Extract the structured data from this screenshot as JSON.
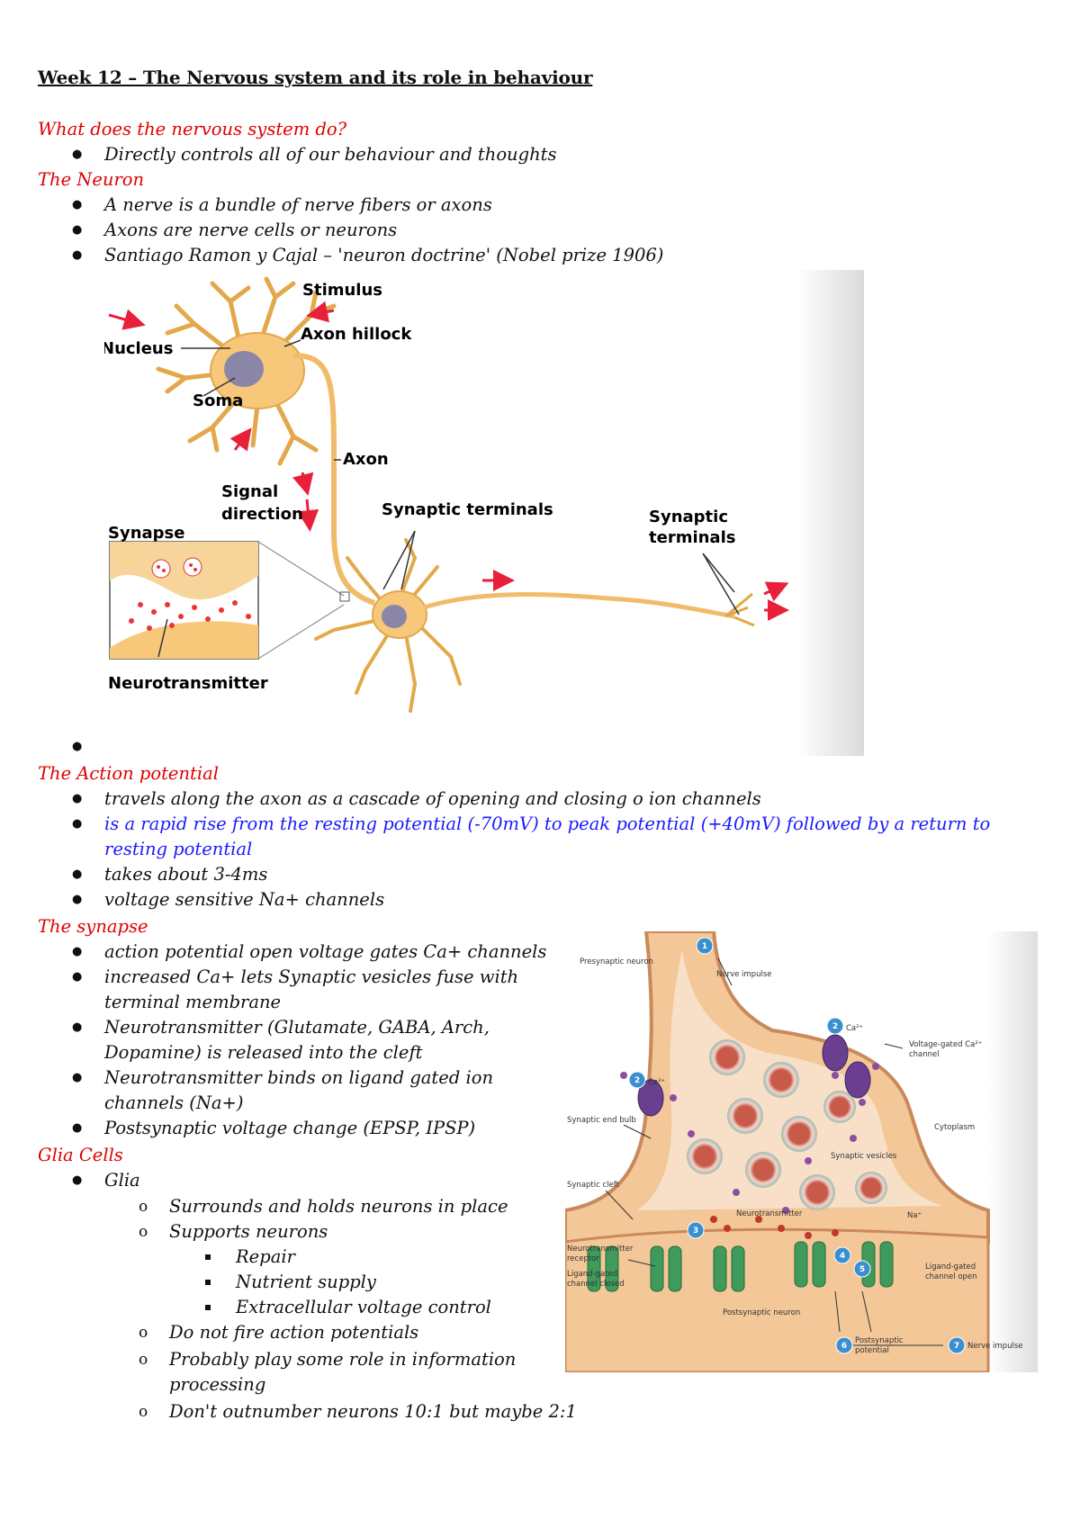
{
  "title": "Week 12 – The Nervous system and its role in behaviour",
  "sections": {
    "nervous_system": {
      "heading": "What does the nervous system do?",
      "items": [
        "Directly controls all of our behaviour and thoughts"
      ]
    },
    "neuron": {
      "heading": "The Neuron",
      "items": [
        "A nerve is a bundle of nerve fibers or axons",
        "Axons are nerve cells or neurons",
        "Santiago Ramon y Cajal – 'neuron doctrine' (Nobel prize 1906)"
      ]
    },
    "action_potential": {
      "heading": "The Action potential",
      "items": [
        "travels along the axon as a cascade of opening and closing o ion channels",
        "is a rapid rise from the resting potential (-70mV) to peak potential (+40mV) followed by a return to",
        "resting potential",
        "takes about 3-4ms",
        "voltage sensitive Na+ channels"
      ]
    },
    "synapse": {
      "heading": "The synapse",
      "items": [
        "action potential open voltage gates Ca+ channels",
        "increased Ca+ lets Synaptic vesicles fuse with",
        "terminal membrane",
        "Neurotransmitter (Glutamate, GABA, Arch,",
        "Dopamine) is released into the cleft",
        "Neurotransmitter binds on ligand gated ion",
        "channels (Na+)",
        "Postsynaptic voltage change (EPSP, IPSP)"
      ]
    },
    "glia": {
      "heading": "Glia Cells",
      "item": "Glia",
      "sub": [
        "Surrounds and holds neurons in place",
        "Supports neurons"
      ],
      "subsub": [
        "Repair",
        "Nutrient supply",
        "Extracellular voltage control"
      ],
      "sub2": [
        "Do not fire action potentials",
        "Probably play some role in information",
        "processing",
        "Don't outnumber neurons 10:1 but maybe 2:1"
      ]
    }
  },
  "neuron_figure": {
    "labels": {
      "stimulus": "Stimulus",
      "axon_hillock": "Axon hillock",
      "nucleus": "Nucleus",
      "soma": "Soma",
      "axon": "Axon",
      "signal1": "Signal",
      "signal2": "direction",
      "synaptic_terminals": "Synaptic terminals",
      "synaptic_terminals2a": "Synaptic",
      "synaptic_terminals2b": "terminals",
      "synapse": "Synapse",
      "neurotransmitter": "Neurotransmitter"
    }
  },
  "synapse_figure": {
    "labels": {
      "presynaptic": "Presynaptic neuron",
      "nerve_impulse": "Nerve impulse",
      "ca1": "Ca²⁺",
      "ca2": "Ca²⁺",
      "vgcc1": "Voltage-gated Ca²⁺",
      "vgcc2": "channel",
      "end_bulb": "Synaptic end bulb",
      "cytoplasm": "Cytoplasm",
      "vesicles": "Synaptic vesicles",
      "cleft": "Synaptic cleft",
      "nt": "Neurotransmitter",
      "na": "Na⁺",
      "receptor1": "Neurotransmitter",
      "receptor2": "receptor",
      "lg_closed1": "Ligand-gated",
      "lg_closed2": "channel closed",
      "lg_open1": "Ligand-gated",
      "lg_open2": "channel open",
      "postsynaptic": "Postsynaptic neuron",
      "psp1": "Postsynaptic",
      "psp2": "potential",
      "nerve_impulse2": "Nerve impulse",
      "n1": "1",
      "n2": "2",
      "n3": "3",
      "n4": "4",
      "n5": "5",
      "n6": "6",
      "n7": "7"
    }
  },
  "colors": {
    "heading_red": "#e00000",
    "highlight_blue": "#1a1aff",
    "neuron_fill": "#f7c77a",
    "arrow_red": "#e8203a"
  }
}
